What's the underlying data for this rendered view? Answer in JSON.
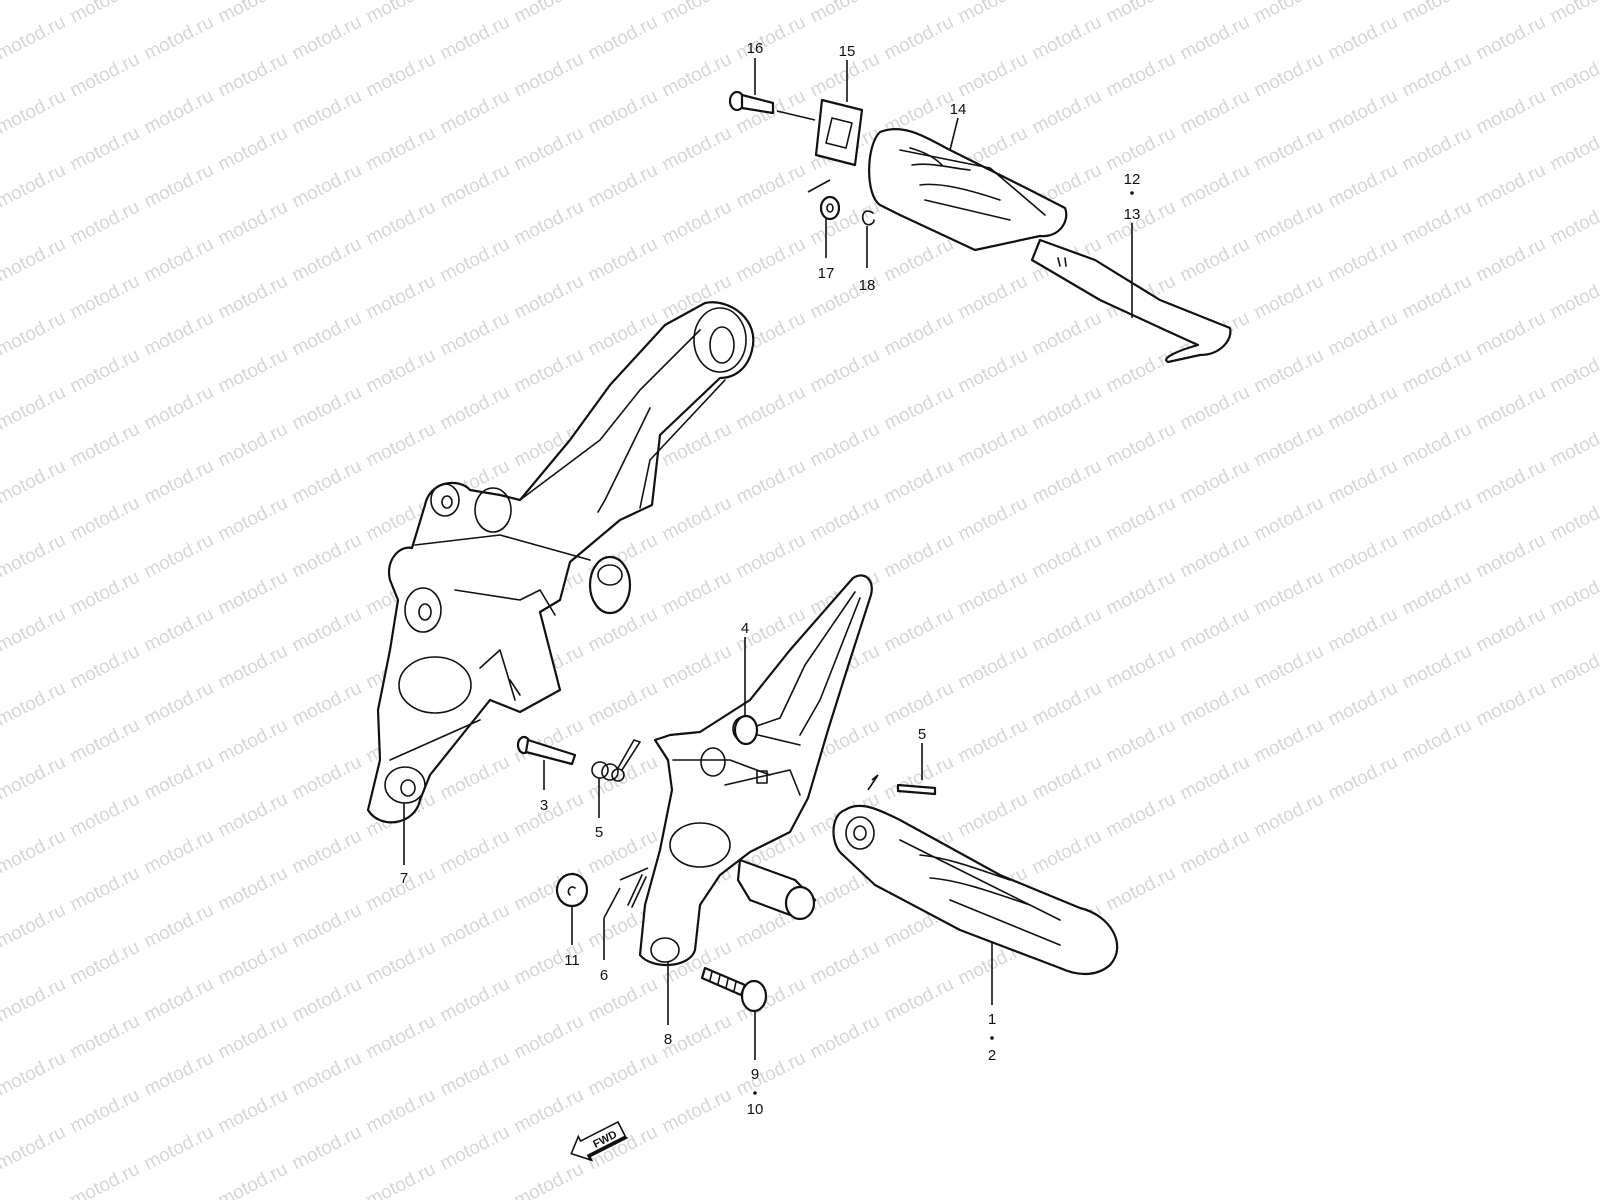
{
  "watermark": {
    "text": "motod.ru"
  },
  "direction_badge": {
    "text": "FWD"
  },
  "callouts": [
    {
      "id": "c16",
      "label": "16"
    },
    {
      "id": "c15",
      "label": "15"
    },
    {
      "id": "c14",
      "label": "14"
    },
    {
      "id": "c12",
      "label": "12"
    },
    {
      "id": "c13",
      "label": "13"
    },
    {
      "id": "c17",
      "label": "17"
    },
    {
      "id": "c18",
      "label": "18"
    },
    {
      "id": "c4",
      "label": "4"
    },
    {
      "id": "c5a",
      "label": "5"
    },
    {
      "id": "c3",
      "label": "3"
    },
    {
      "id": "c5b",
      "label": "5"
    },
    {
      "id": "c7",
      "label": "7"
    },
    {
      "id": "c11",
      "label": "11"
    },
    {
      "id": "c6",
      "label": "6"
    },
    {
      "id": "c8",
      "label": "8"
    },
    {
      "id": "c1",
      "label": "1"
    },
    {
      "id": "c2",
      "label": "2"
    },
    {
      "id": "c9",
      "label": "9"
    },
    {
      "id": "c10",
      "label": "10"
    }
  ]
}
